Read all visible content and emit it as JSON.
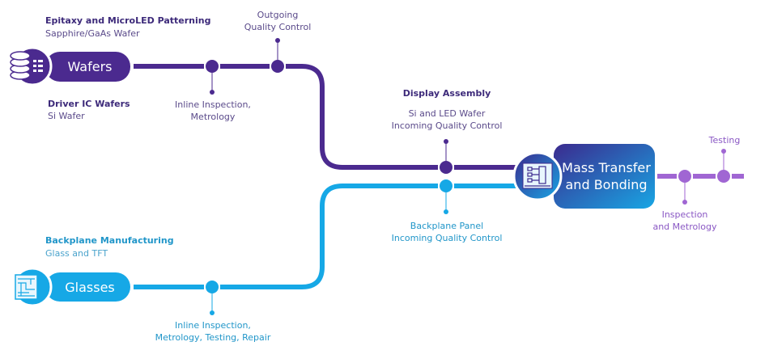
{
  "colors": {
    "wafer_line": "#4b2a8f",
    "glass_line": "#16a8e6",
    "output_line": "#a066d3",
    "box_gradient": [
      "#3b2a8e",
      "#18a6e4"
    ]
  },
  "wafers": {
    "title": "Epitaxy and MicroLED Patterning",
    "subtitle": "Sapphire/GaAs Wafer",
    "label": "Wafers",
    "icon": "wafer-stack-icon",
    "driver_title": "Driver IC Wafers",
    "driver_subtitle": "Si Wafer",
    "inline_inspection": [
      "Inline Inspection,",
      "Metrology"
    ],
    "outgoing_qc": [
      "Outgoing",
      "Quality Control"
    ]
  },
  "assembly": {
    "title": "Display Assembly",
    "wafer_iqc": [
      "Si and LED Wafer",
      "Incoming Quality Control"
    ],
    "backplane_iqc": [
      "Backplane Panel",
      "Incoming Quality Control"
    ],
    "label": [
      "Mass Transfer",
      "and Bonding"
    ],
    "icon": "circuit-board-icon"
  },
  "glasses": {
    "title": "Backplane Manufacturing",
    "subtitle": "Glass and TFT",
    "label": "Glasses",
    "icon": "tft-panel-icon",
    "inline_inspection": [
      "Inline Inspection,",
      "Metrology, Testing, Repair"
    ]
  },
  "output": {
    "inspection": [
      "Inspection",
      "and Metrology"
    ],
    "testing": "Testing"
  }
}
